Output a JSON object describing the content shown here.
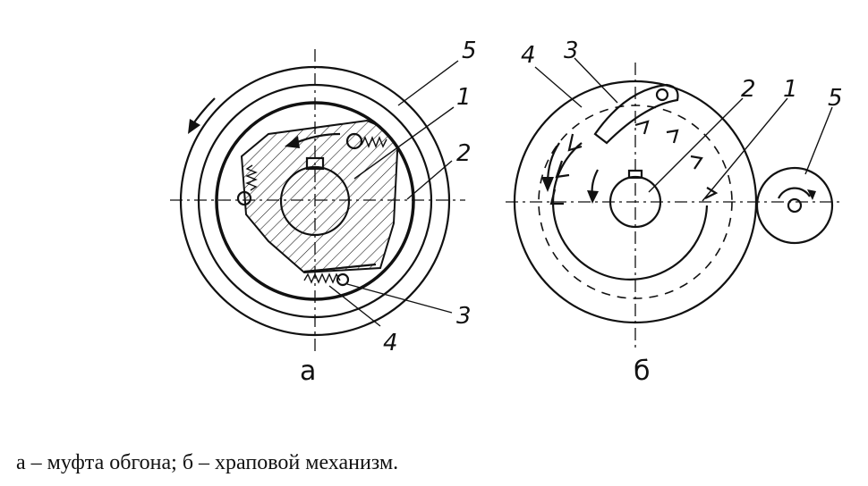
{
  "diagram_a": {
    "labels": {
      "n5": "5",
      "n1": "1",
      "n2": "2",
      "n3": "3",
      "n4": "4"
    },
    "sublabel": "а"
  },
  "diagram_b": {
    "labels": {
      "n4": "4",
      "n3": "3",
      "n2": "2",
      "n1": "1",
      "n5": "5"
    },
    "sublabel": "б"
  },
  "caption": "а –  муфта обгона; б – храповой механизм."
}
